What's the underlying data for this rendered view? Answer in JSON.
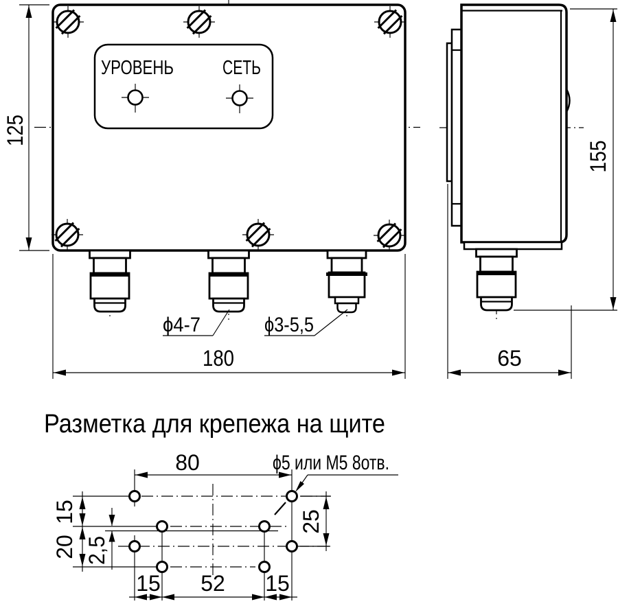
{
  "title": "Разметка для крепежа на щите",
  "front_view": {
    "label_level": "УРОВЕНЬ",
    "label_power": "СЕТЬ",
    "dim_height": "125",
    "dim_width": "180",
    "gland_mid_label": "ϕ4-7",
    "gland_right_label": "ϕ3-5,5"
  },
  "side_view": {
    "dim_height": "155",
    "dim_depth": "65"
  },
  "mounting": {
    "hole_note": "ϕ5 или М5 8отв.",
    "dim_top_span": "80",
    "dim_right_span": "25",
    "dim_left_upper": "15",
    "dim_left_lower": "20",
    "dim_offset": "2,5",
    "dim_bottom_left": "15",
    "dim_bottom_mid": "52",
    "dim_bottom_right": "15"
  },
  "colors": {
    "ink": "#000000",
    "paper": "#ffffff"
  }
}
